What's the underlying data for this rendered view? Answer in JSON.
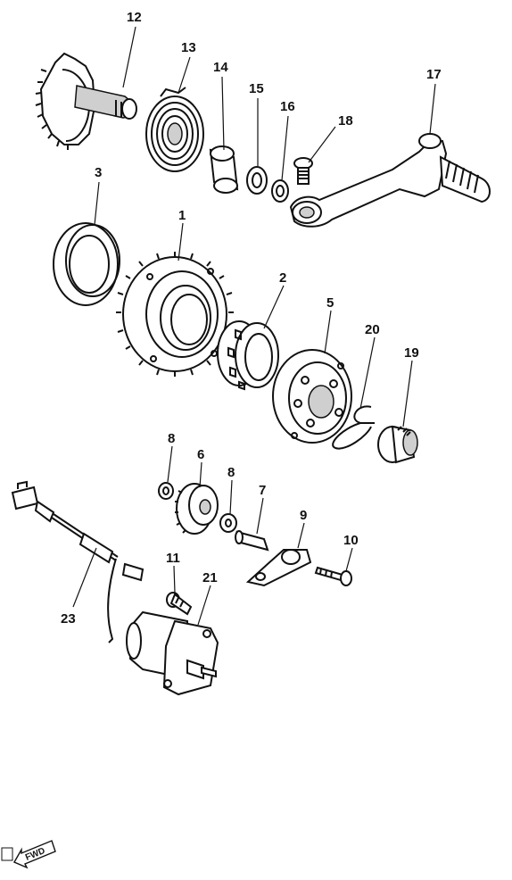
{
  "diagram": {
    "callouts": [
      {
        "id": "12",
        "label": "12"
      },
      {
        "id": "13",
        "label": "13"
      },
      {
        "id": "14",
        "label": "14"
      },
      {
        "id": "15",
        "label": "15"
      },
      {
        "id": "16",
        "label": "16"
      },
      {
        "id": "17",
        "label": "17"
      },
      {
        "id": "18",
        "label": "18"
      },
      {
        "id": "3",
        "label": "3"
      },
      {
        "id": "1",
        "label": "1"
      },
      {
        "id": "2",
        "label": "2"
      },
      {
        "id": "5",
        "label": "5"
      },
      {
        "id": "20",
        "label": "20"
      },
      {
        "id": "19",
        "label": "19"
      },
      {
        "id": "8a",
        "label": "8"
      },
      {
        "id": "6",
        "label": "6"
      },
      {
        "id": "8b",
        "label": "8"
      },
      {
        "id": "7",
        "label": "7"
      },
      {
        "id": "9",
        "label": "9"
      },
      {
        "id": "10",
        "label": "10"
      },
      {
        "id": "11",
        "label": "11"
      },
      {
        "id": "21",
        "label": "21"
      },
      {
        "id": "23",
        "label": "23"
      }
    ],
    "fwd_label": "FWD"
  }
}
